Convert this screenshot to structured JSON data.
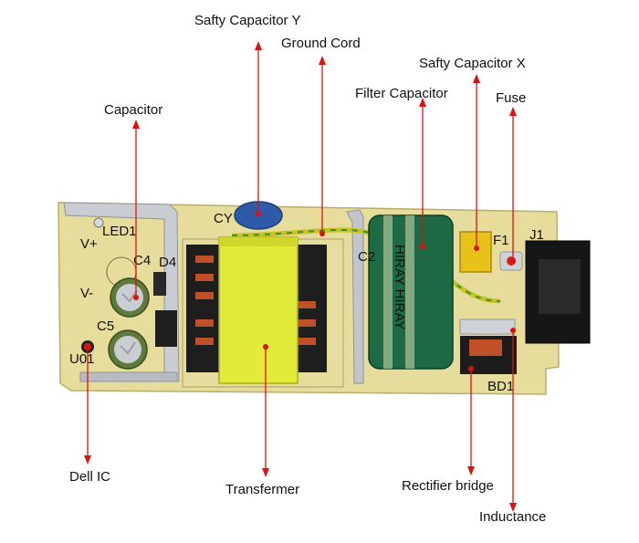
{
  "colors": {
    "arrow": "#e01010",
    "board": "#e6dc9c",
    "board_edge": "#b9ad6e",
    "transformer": "#e2ea3a",
    "filter_cap": "#1e6a45",
    "y_cap": "#2e5aa8",
    "x_cap": "#e6c21a",
    "heatsink": "#b8bcc0"
  },
  "labels": {
    "safety_cap_y": "Safty Capacitor Y",
    "ground_cord": "Ground Cord",
    "safety_cap_x": "Safty Capacitor X",
    "filter_cap": "Filter Capacitor",
    "fuse": "Fuse",
    "capacitor": "Capacitor",
    "dell_ic": "Dell IC",
    "transformer": "Transfermer",
    "rectifier": "Rectifier bridge",
    "inductance": "Inductance"
  },
  "board_text": {
    "filter_cap_print": "HIRAY HIRAY",
    "silk_vplus": "V+",
    "silk_vminus": "V-",
    "silk_j1": "J1",
    "silk_f1": "F1",
    "silk_bd1": "BD1",
    "silk_cy": "CY",
    "silk_led": "LED1",
    "silk_c4": "C4",
    "silk_c5": "C5",
    "silk_d4": "D4",
    "silk_u01": "U01",
    "silk_c2": "C2"
  }
}
